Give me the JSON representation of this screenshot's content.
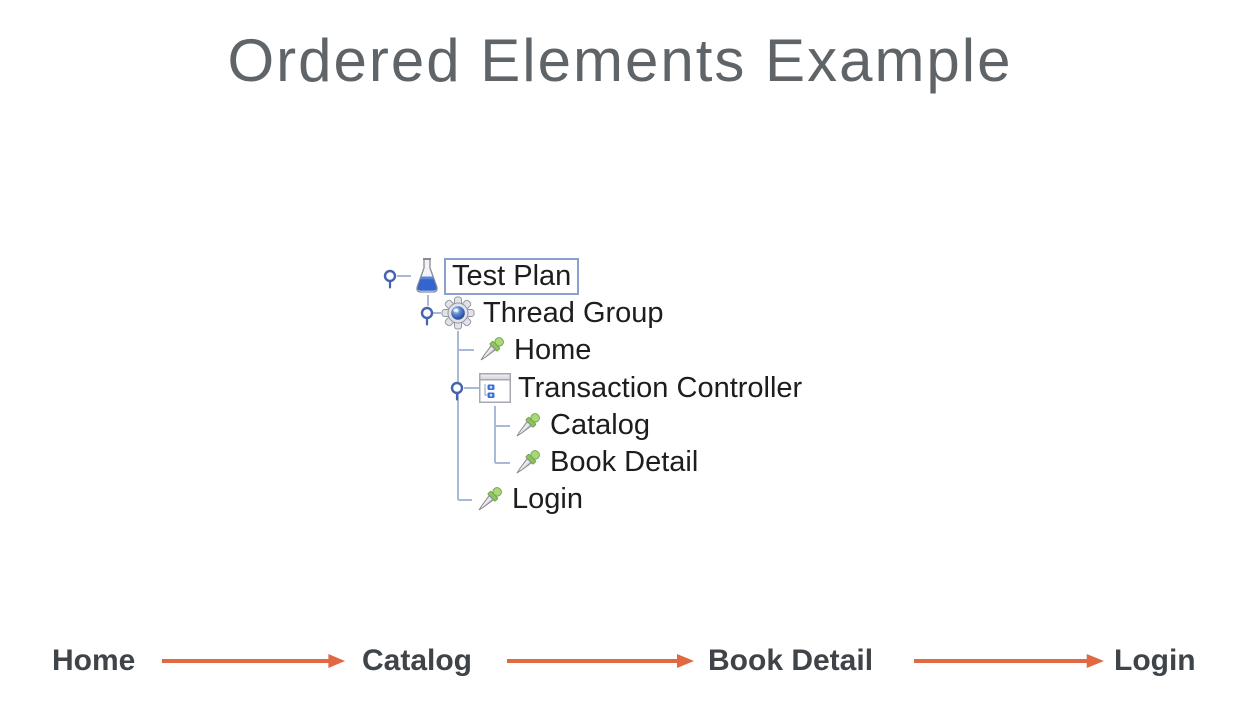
{
  "page": {
    "title": "Ordered Elements Example"
  },
  "tree": {
    "nodes": [
      {
        "label": "Test Plan",
        "icon": "flask-icon",
        "selected": true,
        "expanded": true
      },
      {
        "label": "Thread Group",
        "icon": "gear-icon",
        "selected": false,
        "expanded": true
      },
      {
        "label": "Home",
        "icon": "sampler-dropper-icon",
        "selected": false
      },
      {
        "label": "Transaction Controller",
        "icon": "controller-window-icon",
        "selected": false,
        "expanded": true
      },
      {
        "label": "Catalog",
        "icon": "sampler-dropper-icon",
        "selected": false
      },
      {
        "label": "Book Detail",
        "icon": "sampler-dropper-icon",
        "selected": false
      },
      {
        "label": "Login",
        "icon": "sampler-dropper-icon",
        "selected": false
      }
    ]
  },
  "flow": {
    "steps": [
      {
        "label": "Home"
      },
      {
        "label": "Catalog"
      },
      {
        "label": "Book Detail"
      },
      {
        "label": "Login"
      }
    ],
    "arrow_color": "#E06843"
  },
  "colors": {
    "title_text": "#5f6468",
    "tree_text": "#1d1d1f",
    "flow_text": "#3f4449",
    "tree_line": "#a9bad8",
    "toggle_pin_blue": "#4464ae",
    "selection_border": "#8b9fd0",
    "flask_liquid_blue": "#3465cf",
    "dropper_green": "#a8d87a",
    "accent_orange": "#E06843"
  }
}
